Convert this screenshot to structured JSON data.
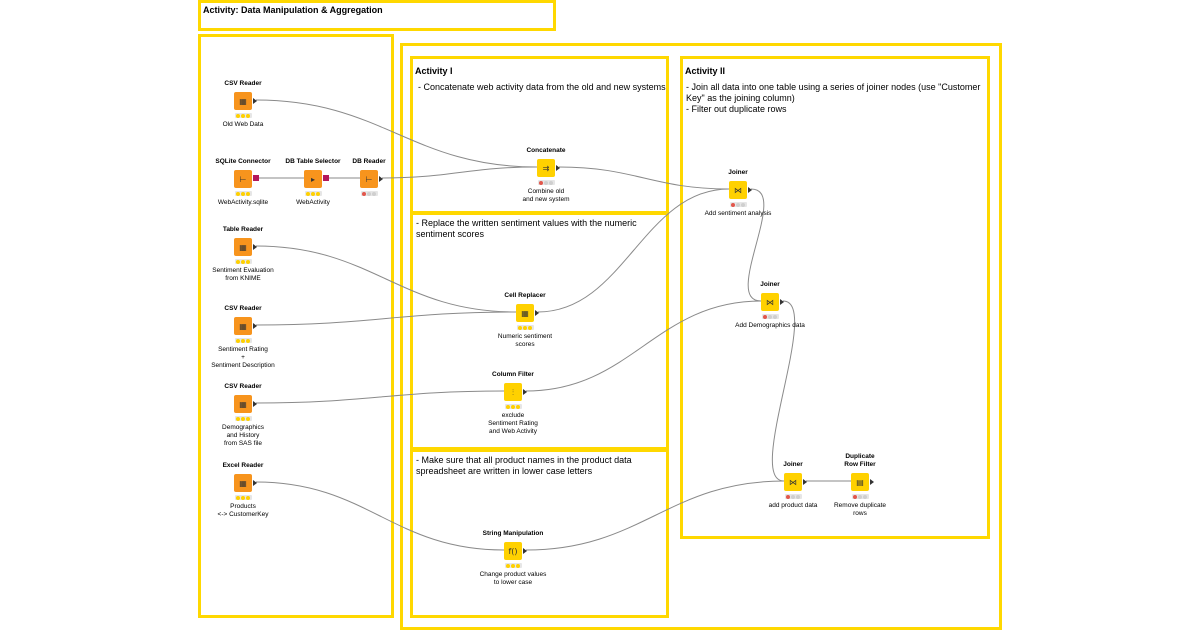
{
  "boxes": {
    "activity_main": {
      "title": "Activity: Data Manipulation & Aggregation"
    },
    "activity_1": {
      "title": "Activity I",
      "text": "- Concatenate web activity data from the old and new systems"
    },
    "replace_box": {
      "text": "- Replace the written sentiment values with the numeric\nsentiment scores"
    },
    "product_box": {
      "text": "- Make sure that all product names in the product data\nspreadsheet are written in lower case letters"
    },
    "activity_2": {
      "title": "Activity II",
      "text": "- Join all data into one table using a series of joiner nodes (use \"Customer\nKey\" as the joining column)\n- Filter out duplicate rows"
    }
  },
  "nodes": [
    {
      "id": "csv1",
      "title": "CSV Reader",
      "label": "Old Web Data",
      "color": "orange",
      "glyph": "▦",
      "status": "yellow"
    },
    {
      "id": "sqlite",
      "title": "SQLite Connector",
      "label": "WebActivity.sqlite",
      "color": "orange",
      "glyph": "⊢",
      "status": "yellow"
    },
    {
      "id": "dbsel",
      "title": "DB Table Selector",
      "label": "WebActivity",
      "color": "orange",
      "glyph": "▸",
      "status": "yellow"
    },
    {
      "id": "dbread",
      "title": "DB Reader",
      "label": "",
      "color": "orange",
      "glyph": "⊢",
      "status": "red"
    },
    {
      "id": "table",
      "title": "Table Reader",
      "label": "Sentiment Evaluation\nfrom KNIME",
      "color": "orange",
      "glyph": "▦",
      "status": "yellow"
    },
    {
      "id": "csv2",
      "title": "CSV Reader",
      "label": "Sentiment Rating\n+\nSentiment Description",
      "color": "orange",
      "glyph": "▦",
      "status": "yellow"
    },
    {
      "id": "csv3",
      "title": "CSV Reader",
      "label": "Demographics\nand History\nfrom SAS file",
      "color": "orange",
      "glyph": "▦",
      "status": "yellow"
    },
    {
      "id": "excel",
      "title": "Excel Reader",
      "label": "Products\n<-> CustomerKey",
      "color": "orange",
      "glyph": "▦",
      "status": "yellow"
    },
    {
      "id": "concat",
      "title": "Concatenate",
      "label": "Combine old\nand new system",
      "color": "yellow",
      "glyph": "⇉",
      "status": "red"
    },
    {
      "id": "cellrep",
      "title": "Cell Replacer",
      "label": "Numeric sentiment\nscores",
      "color": "yellow",
      "glyph": "▦",
      "status": "yellow"
    },
    {
      "id": "colfilter",
      "title": "Column Filter",
      "label": "exclude\nSentiment Rating\nand Web Activity",
      "color": "yellow",
      "glyph": "⫶",
      "status": "yellow"
    },
    {
      "id": "strman",
      "title": "String Manipulation",
      "label": "Change product values\nto lower case",
      "color": "yellow",
      "glyph": "f()",
      "status": "yellow"
    },
    {
      "id": "joiner1",
      "title": "Joiner",
      "label": "Add sentiment analysis",
      "color": "yellow",
      "glyph": "⋈",
      "status": "red"
    },
    {
      "id": "joiner2",
      "title": "Joiner",
      "label": "Add Demographics data",
      "color": "yellow",
      "glyph": "⋈",
      "status": "red"
    },
    {
      "id": "joiner3",
      "title": "Joiner",
      "label": "add product data",
      "color": "yellow",
      "glyph": "⋈",
      "status": "red"
    },
    {
      "id": "dupfilter",
      "title": "Duplicate\nRow Filter",
      "label": "Remove duplicate\nrows",
      "color": "yellow",
      "glyph": "▤",
      "status": "red"
    }
  ],
  "connections": [
    [
      "csv1",
      "concat"
    ],
    [
      "sqlite",
      "dbsel"
    ],
    [
      "dbsel",
      "dbread"
    ],
    [
      "dbread",
      "concat"
    ],
    [
      "concat",
      "joiner1"
    ],
    [
      "table",
      "cellrep"
    ],
    [
      "csv2",
      "cellrep"
    ],
    [
      "cellrep",
      "joiner1"
    ],
    [
      "joiner1",
      "joiner2"
    ],
    [
      "csv3",
      "colfilter"
    ],
    [
      "colfilter",
      "joiner2"
    ],
    [
      "joiner2",
      "joiner3"
    ],
    [
      "excel",
      "strman"
    ],
    [
      "strman",
      "joiner3"
    ],
    [
      "joiner3",
      "dupfilter"
    ]
  ]
}
